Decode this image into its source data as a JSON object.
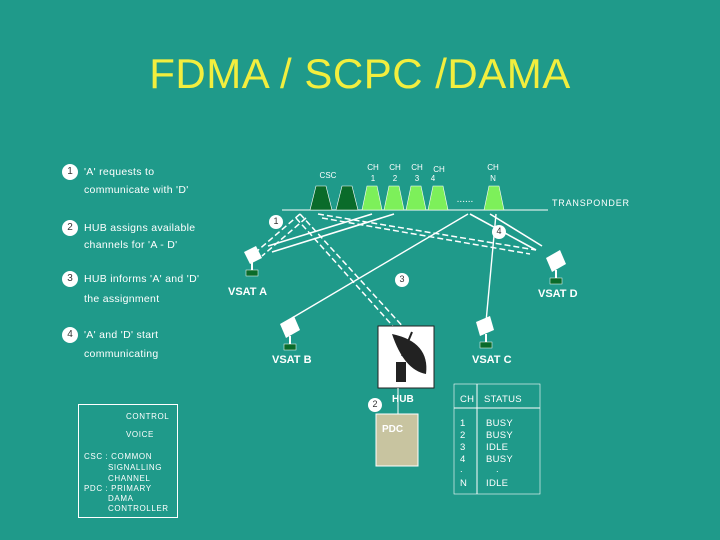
{
  "title": "FDMA / SCPC /DAMA",
  "steps": [
    {
      "num": "1",
      "line1": "'A' requests to",
      "line2": "communicate with 'D'"
    },
    {
      "num": "2",
      "line1": "HUB assigns available",
      "line2": "channels for 'A - D'"
    },
    {
      "num": "3",
      "line1": "HUB informs 'A' and 'D'",
      "line2": "the assignment"
    },
    {
      "num": "4",
      "line1": "'A' and 'D' start",
      "line2": "communicating"
    }
  ],
  "transponder": {
    "label": "TRANSPONDER",
    "csc": "CSC",
    "ellipsis": "......",
    "channels": [
      {
        "top": "CH",
        "bottom": "1"
      },
      {
        "top": "CH",
        "bottom": "2"
      },
      {
        "top": "CH",
        "bottom": "3"
      },
      {
        "top": "CH",
        "bottom": "4"
      },
      {
        "top": "CH",
        "bottom": "N"
      }
    ]
  },
  "nodes": {
    "vsat_a": "VSAT A",
    "vsat_b": "VSAT B",
    "vsat_c": "VSAT C",
    "vsat_d": "VSAT D",
    "hub": "HUB",
    "pdc": "PDC"
  },
  "markers": {
    "m1": "1",
    "m2": "2",
    "m3": "3",
    "m4": "4"
  },
  "legend": {
    "control": "CONTROL",
    "voice": "VOICE",
    "csc_def": [
      "CSC : COMMON",
      "SIGNALLING",
      "CHANNEL"
    ],
    "pdc_def": [
      "PDC : PRIMARY",
      "DAMA",
      "CONTROLLER"
    ]
  },
  "status_table": {
    "headers": [
      "CH",
      "STATUS"
    ],
    "channels": [
      "1",
      "2",
      "3",
      "4",
      ".",
      "N"
    ],
    "statuses": [
      "BUSY",
      "BUSY",
      "IDLE",
      "BUSY",
      ".",
      "IDLE"
    ]
  },
  "colors": {
    "background": "#1f9a8a",
    "title": "#f2ee3e",
    "channel_csc": "#0a6b2a",
    "channel_voice": "#7df05a",
    "pdc_box": "#c8c4a0"
  }
}
